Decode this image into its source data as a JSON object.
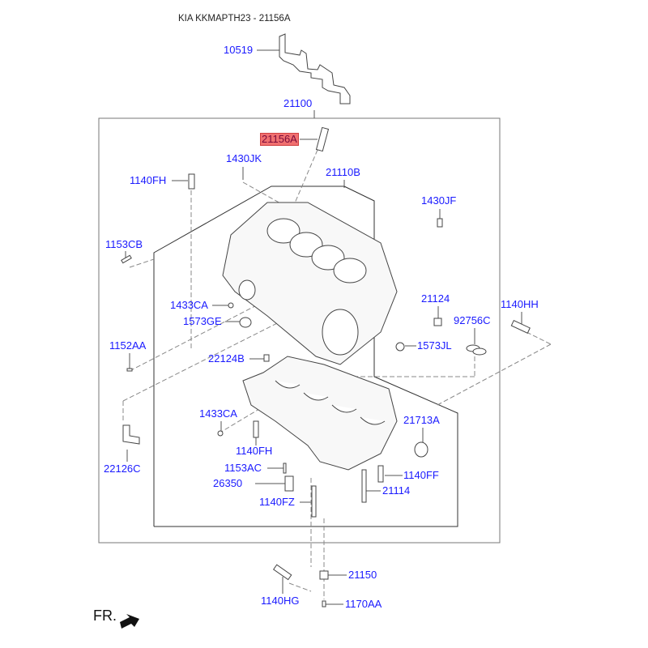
{
  "title": "KIA KKMAPTH23 - 21156A",
  "highlighted_part": "21156A",
  "highlight_color": "#f07070",
  "label_color": "#1a1aff",
  "direction_label": "FR.",
  "parts": {
    "p10519": "10519",
    "p21100": "21100",
    "p21156A": "21156A",
    "p1430JK": "1430JK",
    "p1140FH_a": "1140FH",
    "p21110B": "21110B",
    "p1430JF": "1430JF",
    "p1153CB": "1153CB",
    "p1433CA_a": "1433CA",
    "p1573GE": "1573GE",
    "p21124": "21124",
    "p1140HH": "1140HH",
    "p92756C": "92756C",
    "p1573JL": "1573JL",
    "p1152AA": "1152AA",
    "p22124B": "22124B",
    "p1433CA_b": "1433CA",
    "p21713A": "21713A",
    "p1140FH_b": "1140FH",
    "p22126C": "22126C",
    "p1153AC": "1153AC",
    "p1140FF": "1140FF",
    "p26350": "26350",
    "p21114": "21114",
    "p1140FZ": "1140FZ",
    "p21150": "21150",
    "p1140HG": "1140HG",
    "p1170AA": "1170AA"
  }
}
